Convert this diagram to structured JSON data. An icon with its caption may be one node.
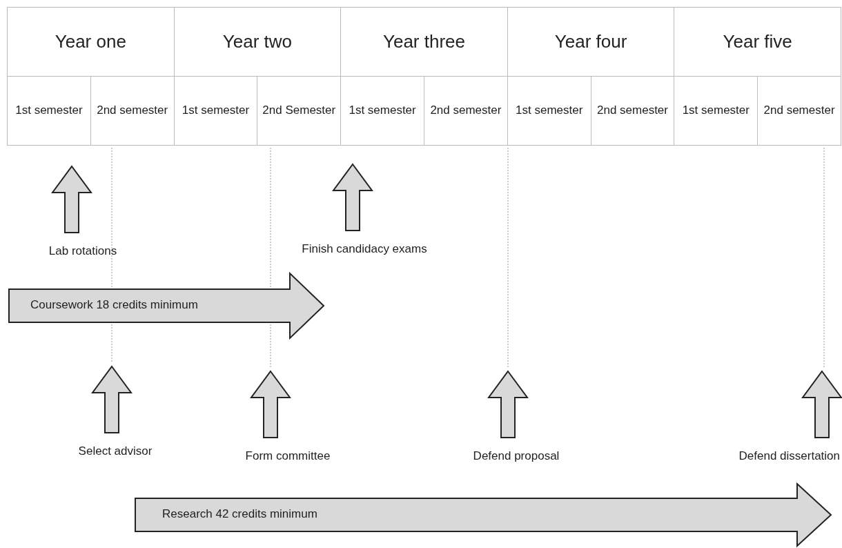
{
  "diagram": {
    "nodes": [
      {
        "text": [
          "Lab rotations"
        ]
      },
      {
        "text": [
          "Finish candidacy exams"
        ]
      },
      {
        "text": [
          "Coursework 18 credits minimum"
        ]
      },
      {
        "text": [
          "Select advisor"
        ]
      },
      {
        "text": [
          "Form committee"
        ]
      },
      {
        "text": [
          "Defend proposal"
        ]
      },
      {
        "text": [
          "Defend dissertation"
        ]
      },
      {
        "text": [
          "Research 42 credits minimum"
        ]
      }
    ],
    "labels": [
      "Year one",
      "Year two",
      "Year three",
      "Year four",
      "Year five",
      "1st semester",
      "2nd semester",
      "1st semester",
      "2nd Semester",
      "1st semester",
      "2nd semester",
      "1st semester",
      "2nd semester",
      "1st semester",
      "2nd semester"
    ]
  }
}
